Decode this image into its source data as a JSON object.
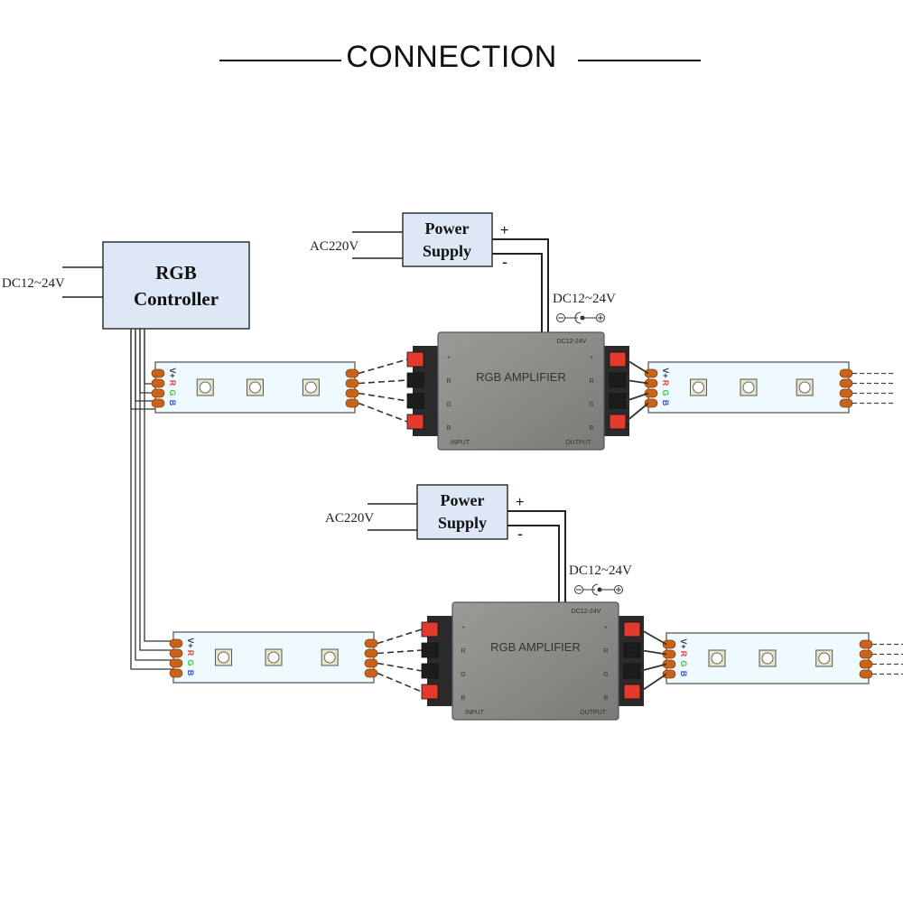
{
  "title": "CONNECTION",
  "controller": {
    "label_line1": "RGB",
    "label_line2": "Controller",
    "input_voltage": "DC12~24V"
  },
  "power_supplies": [
    {
      "label_line1": "Power",
      "label_line2": "Supply",
      "input": "AC220V",
      "plus": "+",
      "minus": "-",
      "output_voltage": "DC12~24V"
    },
    {
      "label_line1": "Power",
      "label_line2": "Supply",
      "input": "AC220V",
      "plus": "+",
      "minus": "-",
      "output_voltage": "DC12~24V"
    }
  ],
  "amplifiers": [
    {
      "name": "RGB  AMPLIFIER",
      "rating": "DC12-24V",
      "input_label": "INPUT",
      "output_label": "OUTPUT",
      "pins": [
        "+",
        "R",
        "G",
        "B"
      ]
    },
    {
      "name": "RGB  AMPLIFIER",
      "rating": "DC12-24V",
      "input_label": "INPUT",
      "output_label": "OUTPUT",
      "pins": [
        "+",
        "R",
        "G",
        "B"
      ]
    }
  ],
  "strip_pins": [
    {
      "label": "V+",
      "color": "#333333"
    },
    {
      "label": "R",
      "color": "#e23b3b"
    },
    {
      "label": "G",
      "color": "#3cc43c"
    },
    {
      "label": "B",
      "color": "#3b4fe2"
    }
  ],
  "colors": {
    "box_fill": "#dde7f5",
    "strip_fill": "#eefaff",
    "pad": "#c8641a",
    "terminal_red": "#e43a2e",
    "amplifier_body": "#8c8a86"
  }
}
